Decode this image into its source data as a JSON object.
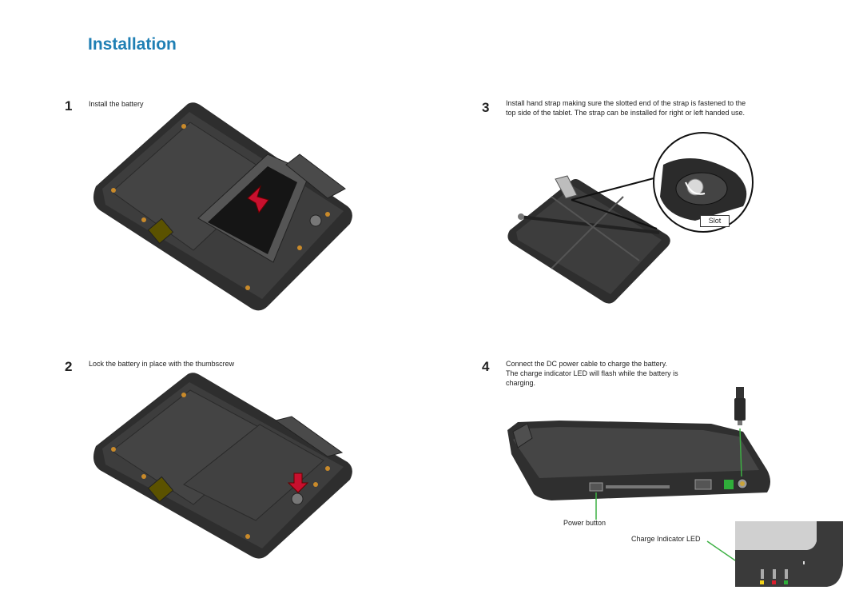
{
  "page": {
    "title": "Installation"
  },
  "steps": [
    {
      "number": "1",
      "lines": [
        "Install the battery"
      ]
    },
    {
      "number": "2",
      "lines": [
        "Lock the battery in place with the thumbscrew"
      ]
    },
    {
      "number": "3",
      "lines": [
        "Install hand strap making sure the slotted  end of the strap is fastened to the",
        "top side of the tablet. The strap can be installed for right or left handed use."
      ]
    },
    {
      "number": "4",
      "lines": [
        "Connect the DC power cable to charge the battery.",
        "The charge indicator LED will flash while the battery is",
        "charging."
      ]
    }
  ],
  "callouts": {
    "slot": "Slot",
    "power_button": "Power button",
    "charge_led": "Charge Indicator LED"
  },
  "colors": {
    "title": "#1f7fb4",
    "device_body": "#3b3b3b",
    "arrow": "#c8102e",
    "callout_line": "#3cb043",
    "led_yellow": "#f2d21b",
    "led_red": "#d81e2c",
    "led_green": "#2fae3a"
  }
}
